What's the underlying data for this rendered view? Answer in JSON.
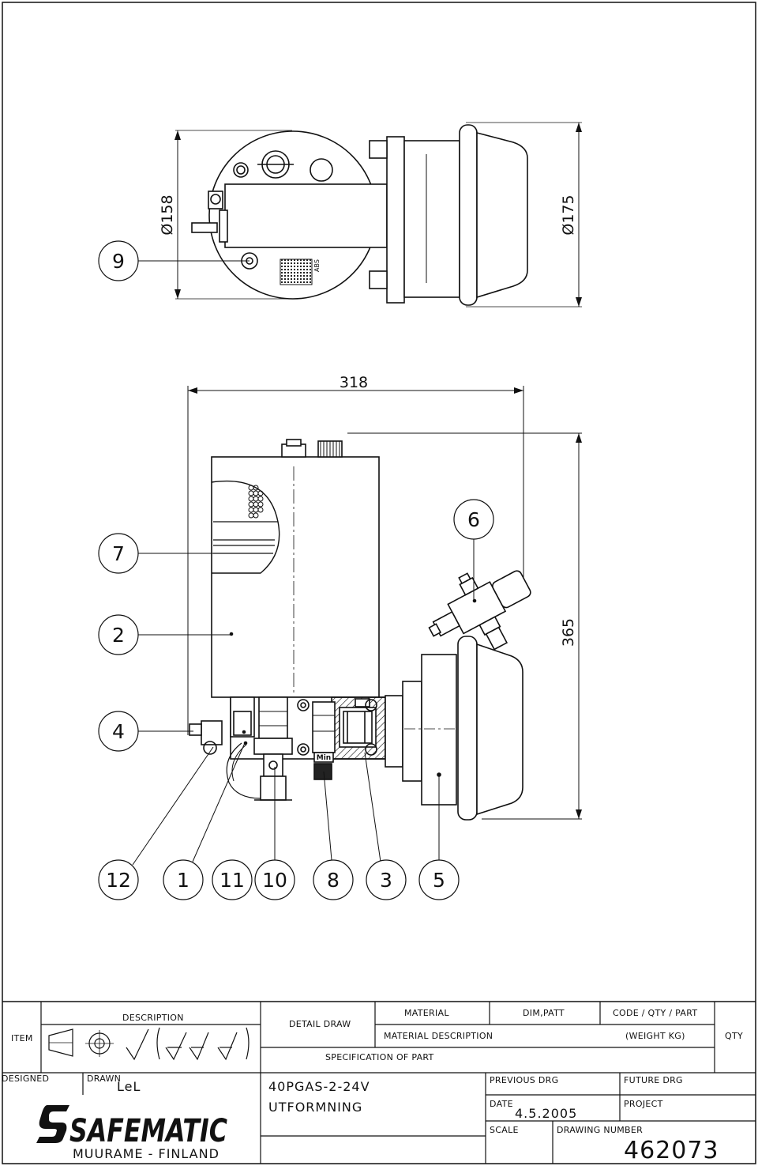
{
  "dimensions": {
    "diameter_top_small": "Ø158",
    "diameter_top_large": "Ø175",
    "overall_width": "318",
    "overall_height": "365"
  },
  "balloons": [
    "9",
    "7",
    "6",
    "2",
    "4",
    "12",
    "1",
    "11",
    "10",
    "8",
    "3",
    "5"
  ],
  "part_labels": {
    "sight_glass": "Min",
    "label_text": "ABS"
  },
  "title_block": {
    "item_header": "ITEM",
    "description_header": "DESCRIPTION",
    "detail_draw_header": "DETAIL DRAW",
    "material_header": "MATERIAL",
    "dim_patt_header": "DIM,PATT",
    "code_header": "CODE / QTY / PART",
    "material_description_header": "MATERIAL DESCRIPTION",
    "weight_header": "(WEIGHT KG)",
    "qty_header": "QTY",
    "specification_header": "SPECIFICATION OF PART",
    "designed_label": "DESIGNED",
    "drawn_label": "DRAWN",
    "drawn_value": "LeL",
    "title_line_1": "40PGAS-2-24V",
    "title_line_2": "UTFORMNING",
    "previous_drg_label": "PREVIOUS DRG",
    "future_drg_label": "FUTURE DRG",
    "date_label": "DATE",
    "date_value": "4.5.2005",
    "project_label": "PROJECT",
    "scale_label": "SCALE",
    "drawing_number_label": "DRAWING NUMBER",
    "drawing_number_value": "462073",
    "company_name": "SAFEMATIC",
    "company_location": "MUURAME - FINLAND"
  }
}
